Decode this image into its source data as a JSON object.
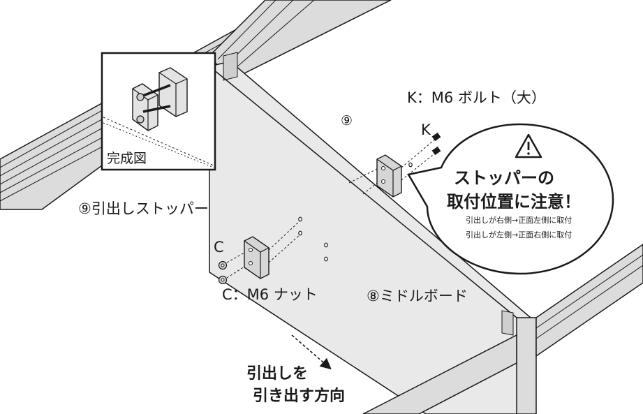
{
  "labels": {
    "bolt_title": "K：M6 ボルト（大）",
    "step_number": "⑨",
    "bolt_code": "K",
    "stopper_name": "⑨引出しストッパー",
    "nut_code": "C",
    "nut_title": "C：M6 ナット",
    "middle_board": "⑧ミドルボード",
    "completed": "完成図",
    "direction_line1": "引出しを",
    "direction_line2": "引き出す方向"
  },
  "warning": {
    "icon": "warning-triangle-icon",
    "title_line1": "ストッパーの",
    "title_line2": "取付位置に注意！",
    "note_line1": "引出しが右側→正面左側に取付",
    "note_line2": "引出しが左側→正面右側に取付"
  },
  "colors": {
    "line": "#1a1a1a",
    "board_fill": "#e9e9e9",
    "rail_fill": "#dcdcdc",
    "block_fill": "#d6d6d6",
    "background": "#ffffff"
  }
}
